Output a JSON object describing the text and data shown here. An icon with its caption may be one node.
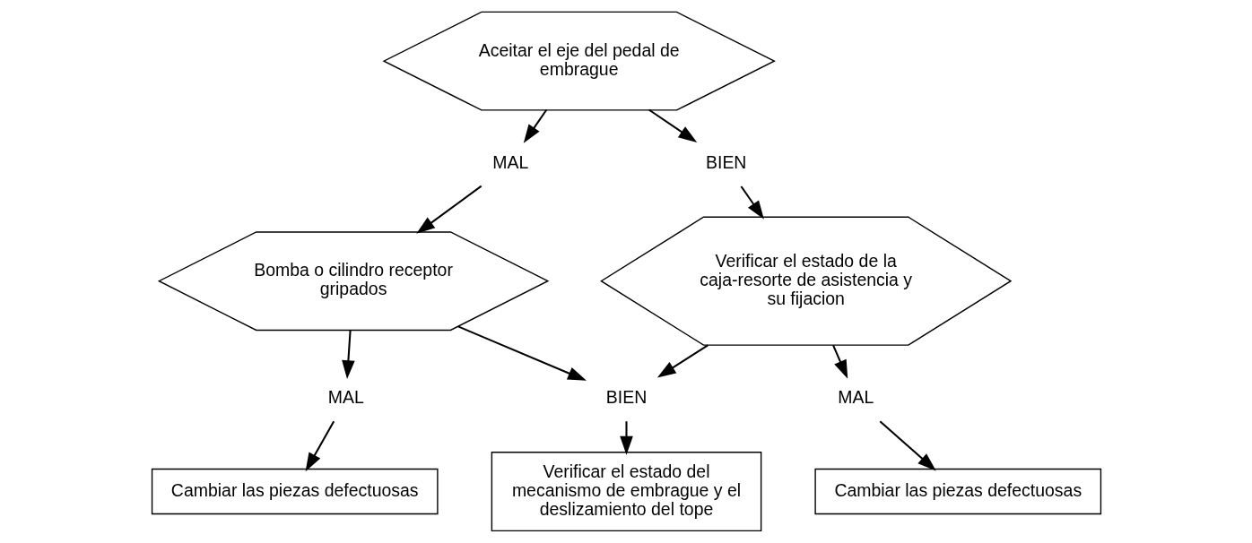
{
  "diagram": {
    "nodes": [
      {
        "text": [
          "Aceitar el eje del pedal de embrague"
        ]
      },
      {
        "text": [
          "MAL"
        ]
      },
      {
        "text": [
          "BIEN"
        ]
      },
      {
        "text": [
          "Bomba o cilindro receptor gripados"
        ]
      },
      {
        "text": [
          "Verificar el estado de la caja-resorte de asistencia y su fijacion"
        ]
      },
      {
        "text": [
          "MAL"
        ]
      },
      {
        "text": [
          "BIEN"
        ]
      },
      {
        "text": [
          "MAL"
        ]
      },
      {
        "text": [
          "Cambiar las piezas defectuosas"
        ]
      },
      {
        "text": [
          "Verificar el estado del mecanismo de embrague y el deslizamiento del tope"
        ]
      },
      {
        "text": [
          "Cambiar las piezas defectuosas"
        ]
      }
    ],
    "edges": [
      {
        "from": 0,
        "to": 1,
        "arrow": "to"
      },
      {
        "from": 0,
        "to": 2,
        "arrow": "to"
      },
      {
        "from": 1,
        "to": 3,
        "arrow": "to"
      },
      {
        "from": 2,
        "to": 4,
        "arrow": "to"
      },
      {
        "from": 3,
        "to": 5,
        "arrow": "to"
      },
      {
        "from": 3,
        "to": 6,
        "arrow": "to"
      },
      {
        "from": 4,
        "to": 6,
        "arrow": "to"
      },
      {
        "from": 4,
        "to": 7,
        "arrow": "to"
      },
      {
        "from": 5,
        "to": 8,
        "arrow": "to"
      },
      {
        "from": 6,
        "to": 9,
        "arrow": "to"
      },
      {
        "from": 7,
        "to": 10,
        "arrow": "to"
      }
    ]
  }
}
